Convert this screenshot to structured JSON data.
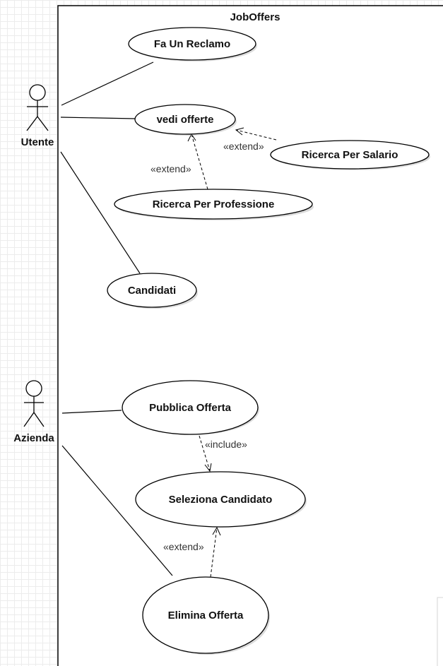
{
  "diagram": {
    "type": "UML use case diagram",
    "system": {
      "title": "JobOffers"
    },
    "actors": [
      {
        "id": "utente",
        "label": "Utente"
      },
      {
        "id": "azienda",
        "label": "Azienda"
      }
    ],
    "use_cases": [
      {
        "id": "fa-un-reclamo",
        "label": "Fa Un Reclamo"
      },
      {
        "id": "vedi-offerte",
        "label": "vedi offerte"
      },
      {
        "id": "ricerca-per-salario",
        "label": "Ricerca Per Salario"
      },
      {
        "id": "ricerca-per-professione",
        "label": "Ricerca Per Professione"
      },
      {
        "id": "candidati",
        "label": "Candidati"
      },
      {
        "id": "pubblica-offerta",
        "label": "Pubblica Offerta"
      },
      {
        "id": "seleziona-candidato",
        "label": "Seleziona Candidato"
      },
      {
        "id": "elimina-offerta",
        "label": "Elimina Offerta"
      }
    ],
    "associations": [
      {
        "actor": "utente",
        "use_case": "fa-un-reclamo"
      },
      {
        "actor": "utente",
        "use_case": "vedi-offerte"
      },
      {
        "actor": "utente",
        "use_case": "candidati"
      },
      {
        "actor": "azienda",
        "use_case": "pubblica-offerta"
      },
      {
        "actor": "azienda",
        "use_case": "elimina-offerta"
      }
    ],
    "relationships": [
      {
        "from": "ricerca-per-salario",
        "to": "vedi-offerte",
        "stereotype": "«extend»"
      },
      {
        "from": "ricerca-per-professione",
        "to": "vedi-offerte",
        "stereotype": "«extend»"
      },
      {
        "from": "pubblica-offerta",
        "to": "seleziona-candidato",
        "stereotype": "«include»"
      },
      {
        "from": "elimina-offerta",
        "to": "seleziona-candidato",
        "stereotype": "«extend»"
      }
    ]
  }
}
